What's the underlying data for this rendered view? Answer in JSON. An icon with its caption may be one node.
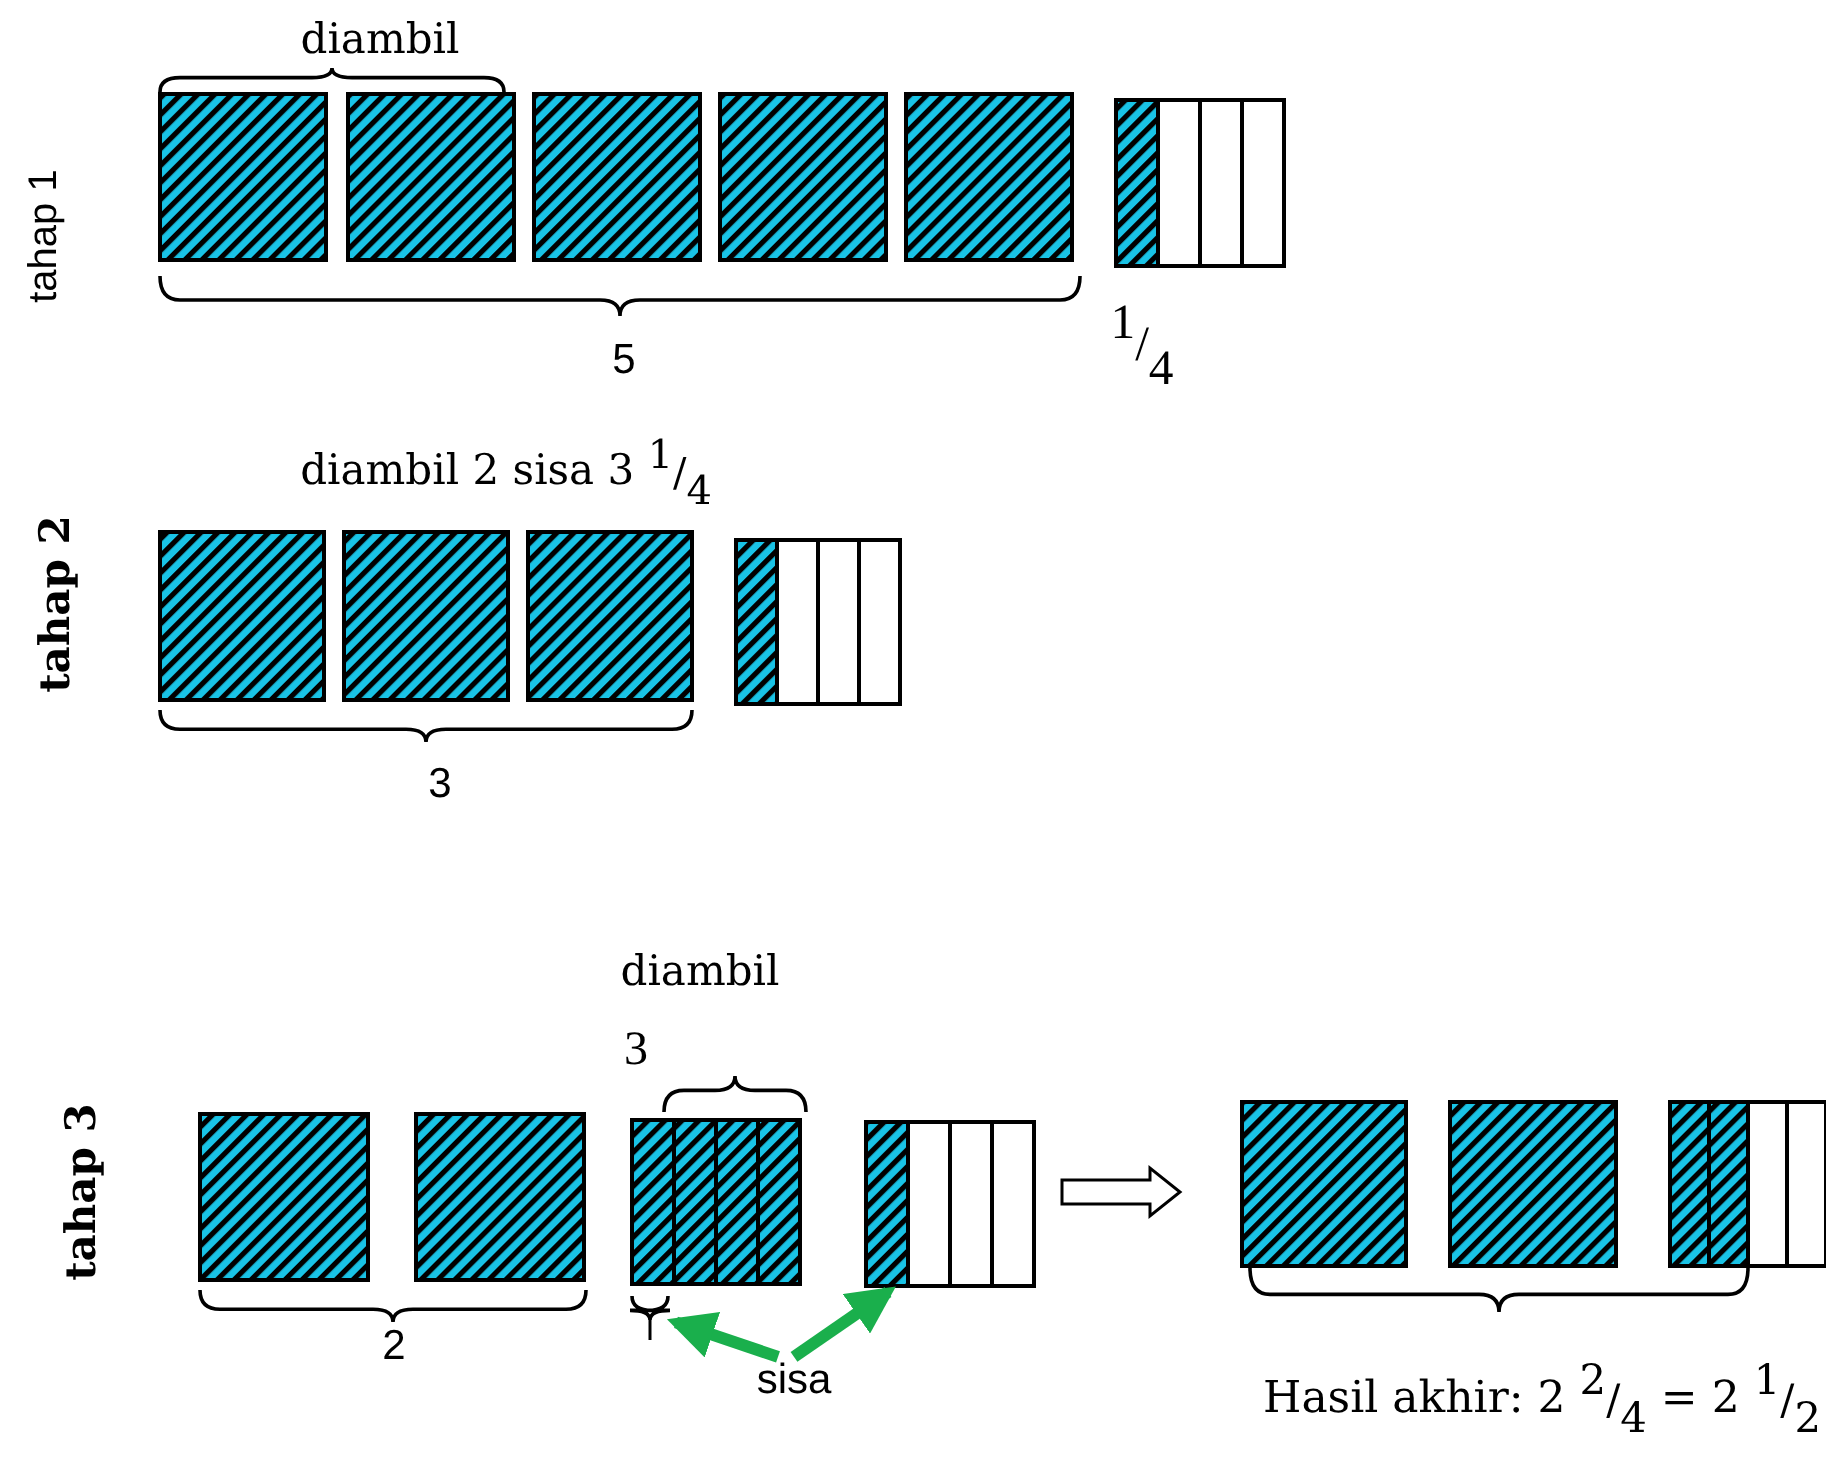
{
  "diagram": {
    "nodes": [
      {
        "text": [
          "sisa"
        ]
      },
      {
        "text": [],
        "shape": "bracket"
      }
    ],
    "edges": [
      {
        "from": 0,
        "to": 1,
        "arrow": "to"
      },
      {
        "from": 0,
        "to": null,
        "arrow": "to"
      }
    ],
    "labels": [
      "diambil",
      "tahap 1",
      "5",
      "1/4",
      "diambil 2 sisa 3 1/4",
      "tahap 2",
      "3",
      "diambil",
      "3",
      "tahap 3",
      "2",
      "Hasil akhir: 2 2/4 = 2 1/2"
    ]
  }
}
